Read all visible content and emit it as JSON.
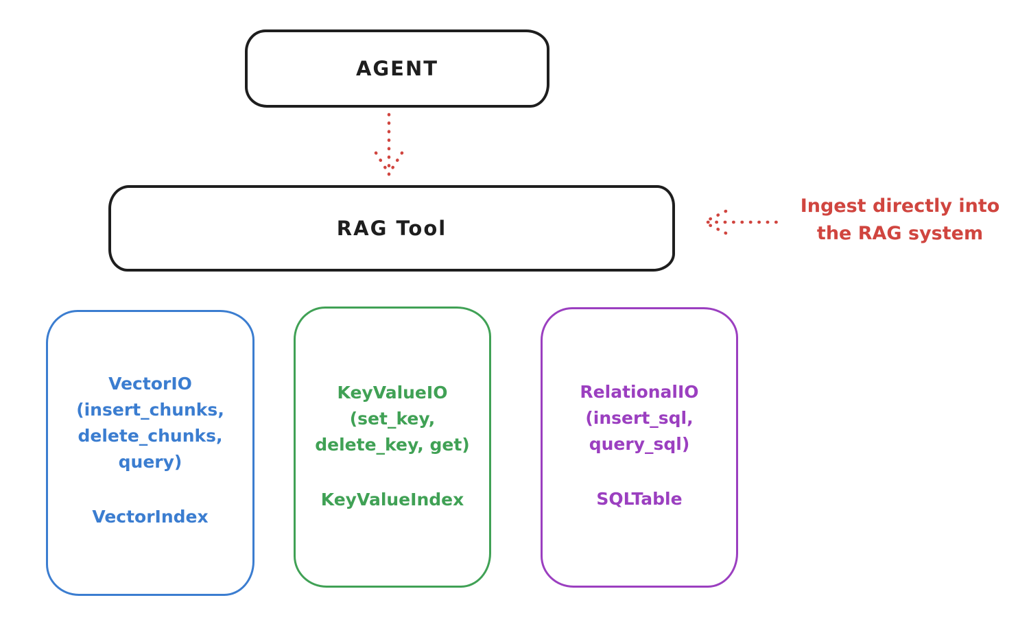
{
  "colors": {
    "ink": "#1e1e1e",
    "red": "#d0453f",
    "blue": "#3b7dd0",
    "green": "#40a155",
    "purple": "#9b3fc0"
  },
  "nodes": {
    "agent": {
      "label": "AGENT"
    },
    "rag_tool": {
      "label": "RAG Tool"
    }
  },
  "annotation": {
    "text": "Ingest directly into\nthe RAG system"
  },
  "arrows": [
    {
      "name": "agent-to-rag-tool",
      "style": "dotted",
      "direction": "down"
    },
    {
      "name": "ingest-into-rag",
      "style": "dotted",
      "direction": "left"
    }
  ],
  "storage_nodes": [
    {
      "id": "vector-io",
      "body": "VectorIO\n(insert_chunks,\ndelete_chunks,\nquery)",
      "footer": "VectorIndex",
      "color": "#3b7dd0"
    },
    {
      "id": "keyvalue-io",
      "body": "KeyValueIO\n(set_key,\ndelete_key, get)",
      "footer": "KeyValueIndex",
      "color": "#40a155"
    },
    {
      "id": "relational-io",
      "body": "RelationalIO\n(insert_sql,\nquery_sql)",
      "footer": "SQLTable",
      "color": "#9b3fc0"
    }
  ]
}
